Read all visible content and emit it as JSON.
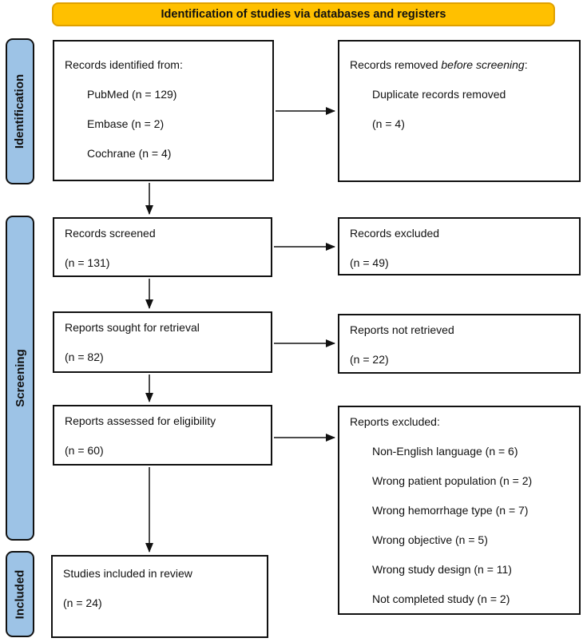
{
  "header": {
    "title": "Identification of studies via databases and registers"
  },
  "colors": {
    "banner_fill": "#FFC000",
    "banner_border": "#DFA000",
    "stage_fill": "#9DC3E6",
    "box_border": "#111111"
  },
  "stages": [
    {
      "label": "Identification"
    },
    {
      "label": "Screening"
    },
    {
      "label": "Included"
    }
  ],
  "boxes": {
    "records_identified": {
      "title": "Records identified from:",
      "items": [
        "PubMed (n = 129)",
        "Embase (n = 2)",
        "Cochrane (n = 4)"
      ]
    },
    "records_removed": {
      "title_prefix": "Records removed ",
      "title_italic": "before screening",
      "title_suffix": ":",
      "items": [
        "Duplicate records removed",
        "(n = 4)"
      ]
    },
    "records_screened": {
      "line1": "Records screened",
      "line2": "(n = 131)"
    },
    "records_excluded": {
      "line1": "Records excluded",
      "line2": "(n = 49)"
    },
    "reports_sought": {
      "line1": "Reports sought for retrieval",
      "line2": "(n = 82)"
    },
    "reports_not_retrieved": {
      "line1": "Reports not retrieved",
      "line2": "(n = 22)"
    },
    "reports_assessed": {
      "line1": "Reports assessed for eligibility",
      "line2": "(n = 60)"
    },
    "reports_excluded": {
      "title": "Reports excluded:",
      "items": [
        "Non-English language (n = 6)",
        "Wrong patient population (n = 2)",
        "Wrong hemorrhage type (n = 7)",
        "Wrong objective (n = 5)",
        "Wrong study design (n = 11)",
        "Not completed study (n = 2)"
      ]
    },
    "studies_included": {
      "line1": "Studies included in review",
      "line2": "(n = 24)"
    }
  }
}
